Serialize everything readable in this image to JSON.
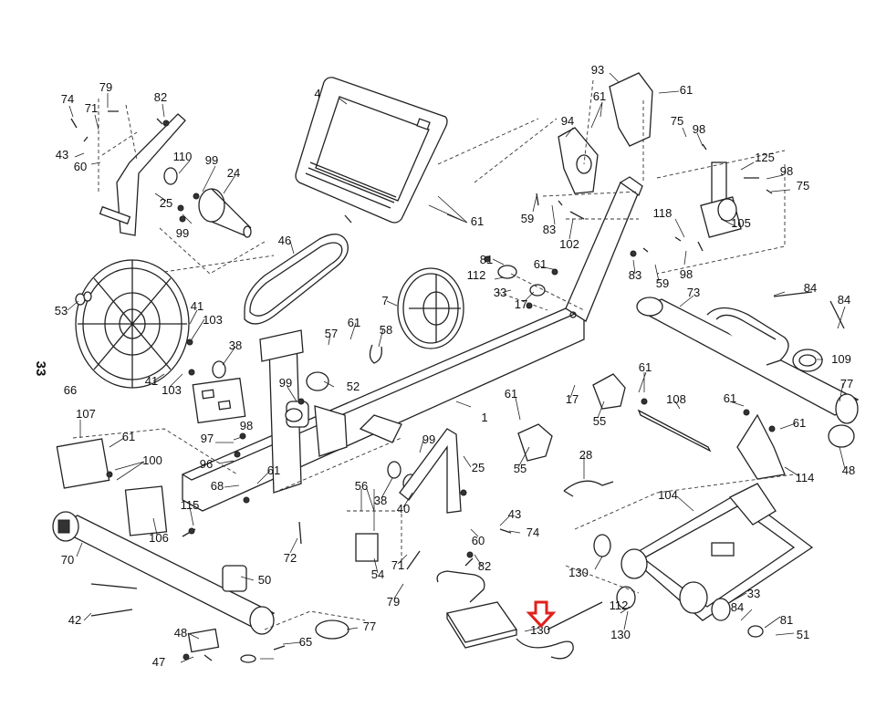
{
  "page_number": "33",
  "highlight_color": "#e0201c",
  "highlighted_part": "42",
  "callouts": [
    "79",
    "74",
    "71",
    "82",
    "43",
    "60",
    "110",
    "99",
    "24",
    "25",
    "99",
    "4",
    "93",
    "61",
    "61",
    "94",
    "75",
    "98",
    "125",
    "98",
    "75",
    "61",
    "59",
    "83",
    "102",
    "118",
    "105",
    "46",
    "81",
    "112",
    "61",
    "83",
    "59",
    "98",
    "53",
    "41",
    "103",
    "33",
    "17",
    "7",
    "73",
    "84",
    "84",
    "38",
    "61",
    "57",
    "58",
    "109",
    "66",
    "41",
    "103",
    "99",
    "52",
    "17",
    "55",
    "61",
    "61",
    "1",
    "108",
    "77",
    "61",
    "61",
    "107",
    "61",
    "97",
    "98",
    "100",
    "96",
    "99",
    "28",
    "114",
    "48",
    "68",
    "61",
    "25",
    "55",
    "104",
    "56",
    "38",
    "40",
    "115",
    "106",
    "43",
    "74",
    "70",
    "72",
    "71",
    "54",
    "60",
    "82",
    "130",
    "79",
    "50",
    "130",
    "33",
    "84",
    "42",
    "130",
    "112",
    "81",
    "51",
    "48",
    "77",
    "65",
    "47"
  ]
}
